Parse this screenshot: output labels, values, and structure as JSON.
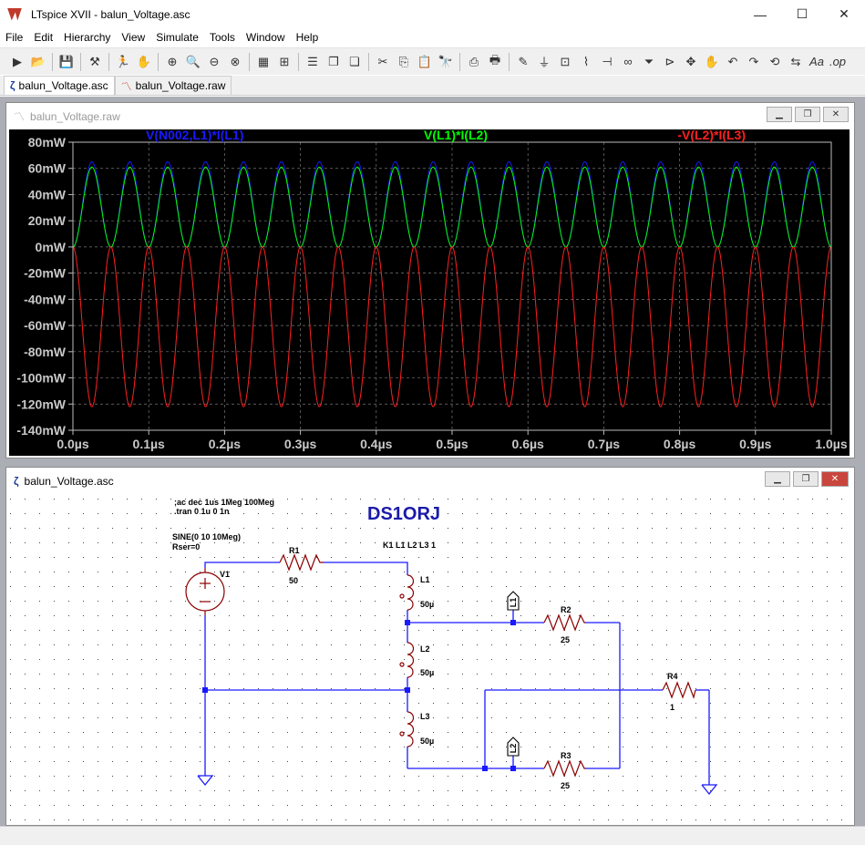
{
  "window": {
    "title": "LTspice XVII - balun_Voltage.asc",
    "minimize": "—",
    "maximize": "☐",
    "close": "✕"
  },
  "menu": [
    "File",
    "Edit",
    "Hierarchy",
    "View",
    "Simulate",
    "Tools",
    "Window",
    "Help"
  ],
  "tabs": [
    {
      "label": "balun_Voltage.asc"
    },
    {
      "label": "balun_Voltage.raw"
    }
  ],
  "plot_window": {
    "title": "balun_Voltage.raw"
  },
  "schematic_window": {
    "title": "balun_Voltage.asc"
  },
  "chart_data": {
    "type": "line",
    "x_range": [
      0,
      1.0
    ],
    "xlabel_unit": "µs",
    "y_range": [
      -140,
      80
    ],
    "y_unit": "mW",
    "x_ticks": [
      "0.0µs",
      "0.1µs",
      "0.2µs",
      "0.3µs",
      "0.4µs",
      "0.5µs",
      "0.6µs",
      "0.7µs",
      "0.8µs",
      "0.9µs",
      "1.0µs"
    ],
    "y_ticks": [
      "80mW",
      "60mW",
      "40mW",
      "20mW",
      "0mW",
      "-20mW",
      "-40mW",
      "-60mW",
      "-80mW",
      "-100mW",
      "-120mW",
      "-140mW"
    ],
    "grid": true,
    "series": [
      {
        "name": "V(N002,L1)*I(L1)",
        "color": "#1a1aff",
        "frequency_mhz": 20,
        "min": 0,
        "max": 65
      },
      {
        "name": "V(L1)*I(L2)",
        "color": "#00ff00",
        "frequency_mhz": 20,
        "min": 0,
        "max": 61
      },
      {
        "name": "-V(L2)*I(L3)",
        "color": "#ff2020",
        "frequency_mhz": 20,
        "min": -122,
        "max": 0
      }
    ]
  },
  "schematic": {
    "directive1": ";ac dec 1us 1Meg 100Meg",
    "directive2": ".tran 0 1u 0 1n",
    "source_value": "SINE(0 10 10Meg)",
    "source_rser": "Rser=0",
    "callsign": "DS1ORJ",
    "coupling": "K1 L1 L2 L3 1",
    "v1": "V1",
    "r1": "R1",
    "r1_val": "50",
    "l1": "L1",
    "l1_val": "50µ",
    "l2": "L2",
    "l2_val": "50µ",
    "l3": "L3",
    "l3_val": "50µ",
    "r2": "R2",
    "r2_val": "25",
    "r3": "R3",
    "r3_val": "25",
    "r4": "R4",
    "r4_val": "1",
    "flag_l1": "L1",
    "flag_l2": "L2"
  }
}
